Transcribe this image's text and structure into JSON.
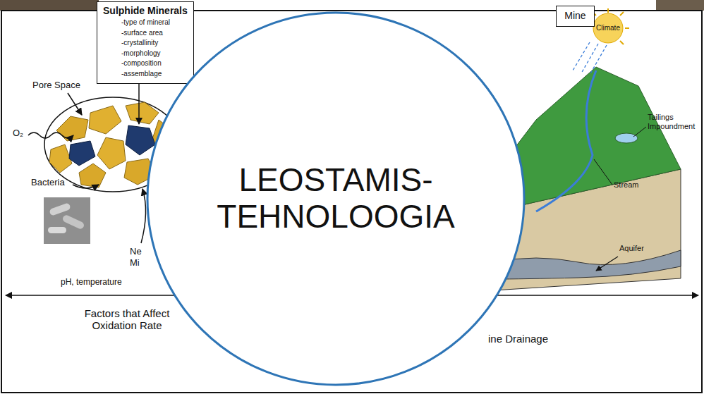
{
  "diagram": {
    "nodes": [
      {
        "text": [
          "Sulphide Minerals",
          "-type of mineral",
          "-surface area",
          "-crystallinity",
          "-morphology",
          "-composition",
          "-assemblage"
        ]
      },
      {
        "text": [
          "LEOSTAMIS- TEHNOLOOGIA"
        ]
      },
      {
        "text": [
          "Mine"
        ]
      }
    ],
    "labels": [
      "Pore Space",
      "O₂",
      "Bacteria",
      "Ne",
      "Mi",
      "pH, temperature",
      "Factors that Affect Oxidation Rate",
      "ine Drainage",
      "Climate",
      "Tailings Impoundment",
      "Stream",
      "Aquifer"
    ]
  }
}
